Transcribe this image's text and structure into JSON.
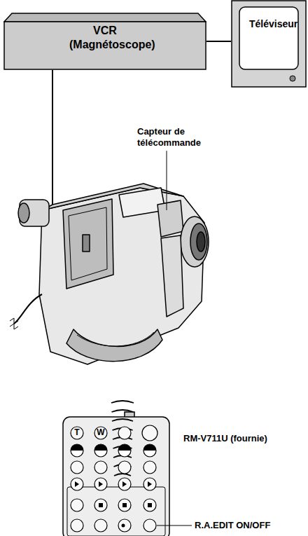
{
  "diagram": {
    "nodes": [
      {
        "text": [
          "VCR (Magnétoscope)"
        ]
      },
      {
        "text": [
          "Téléviseur"
        ]
      }
    ],
    "edges": [
      {
        "from": 0,
        "to": 1,
        "arrow": "none"
      }
    ],
    "labels": [
      "Capteur de télécommande",
      "RM-V711U (fournie)",
      "R.A.EDIT ON/OFF",
      "T",
      "W"
    ]
  }
}
